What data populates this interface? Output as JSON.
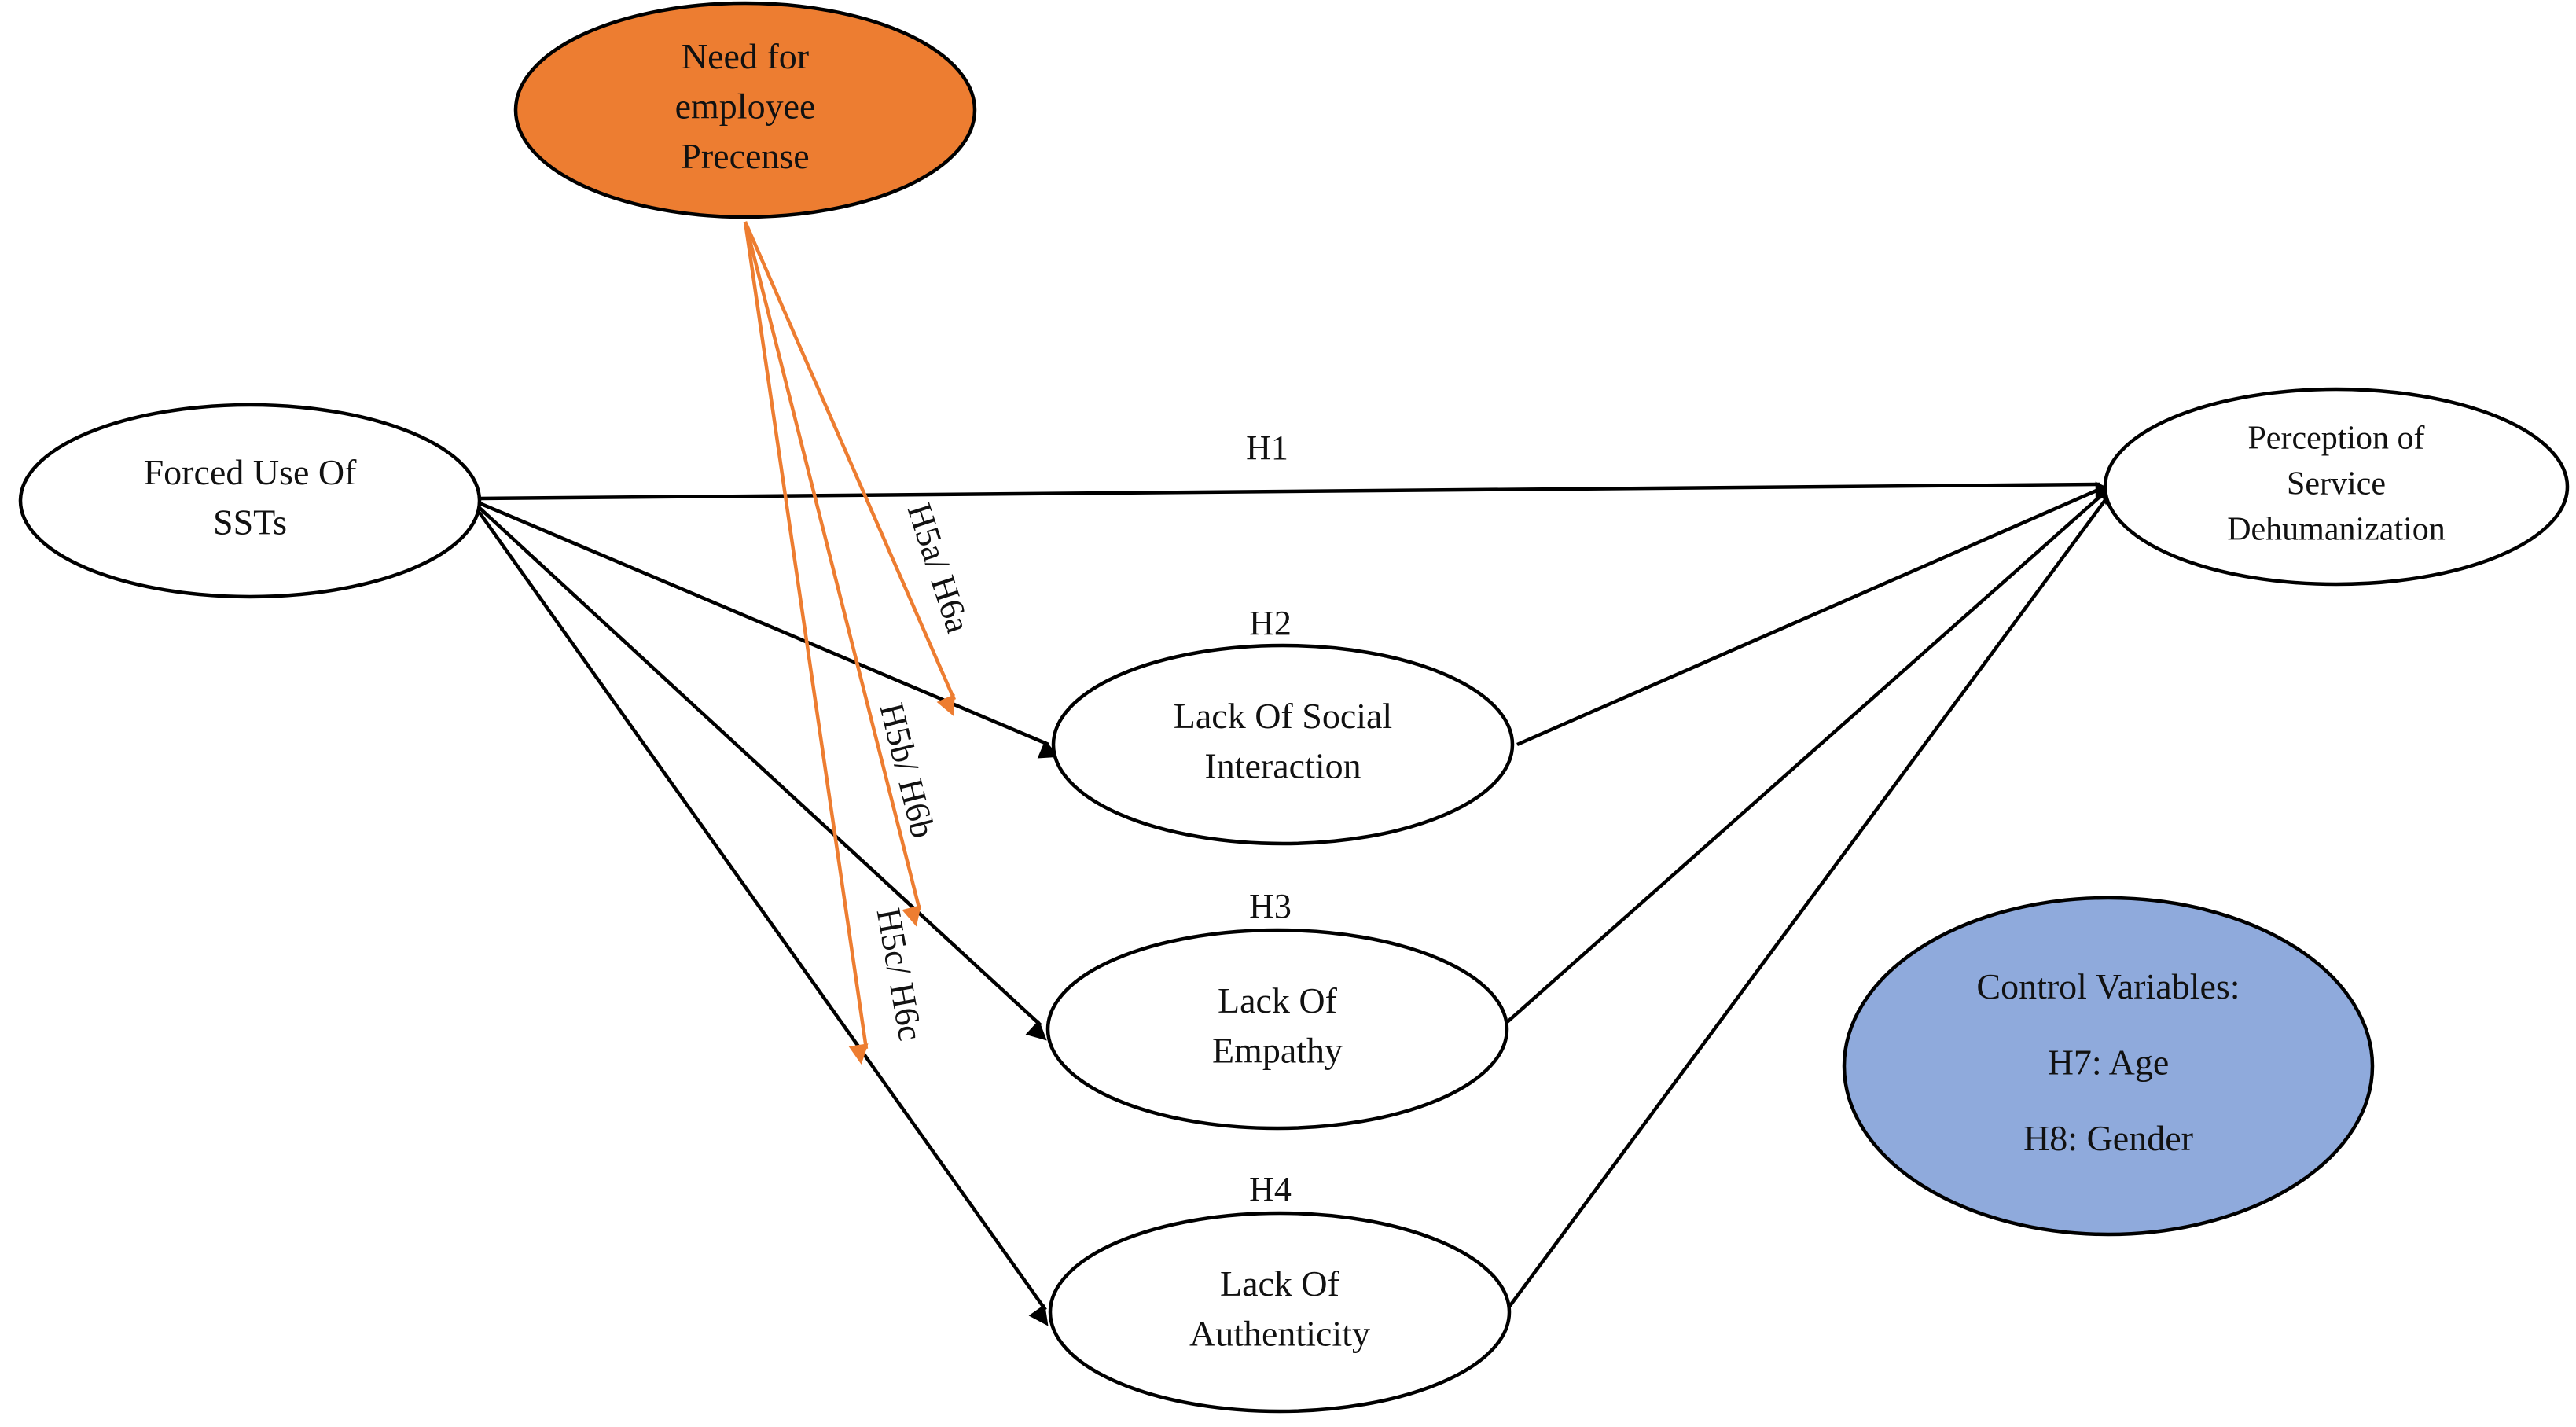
{
  "colors": {
    "moderator_fill": "#ED7D31",
    "control_fill": "#8FAADC",
    "construct_fill": "#FFFFFF",
    "arrow_black": "#000000",
    "arrow_orange": "#ED7D31"
  },
  "nodes": {
    "moderator": {
      "lines": [
        "Need for",
        "employee",
        "Precense"
      ]
    },
    "forced": {
      "lines": [
        "Forced Use Of",
        "SSTs"
      ]
    },
    "perception": {
      "lines": [
        "Perception of",
        "Service",
        "Dehumanization"
      ]
    },
    "social": {
      "lines": [
        "Lack Of Social",
        "Interaction"
      ]
    },
    "empathy": {
      "lines": [
        "Lack Of",
        "Empathy"
      ]
    },
    "authenticity": {
      "lines": [
        "Lack Of",
        "Authenticity"
      ]
    },
    "control": {
      "lines": [
        "Control Variables:",
        "H7: Age",
        "H8: Gender"
      ]
    }
  },
  "edges": {
    "h1": "H1",
    "h2": "H2",
    "h3": "H3",
    "h4": "H4",
    "h5a": "H5a/ H6a",
    "h5b": "H5b/ H6b",
    "h5c": "H5c/ H6c"
  }
}
